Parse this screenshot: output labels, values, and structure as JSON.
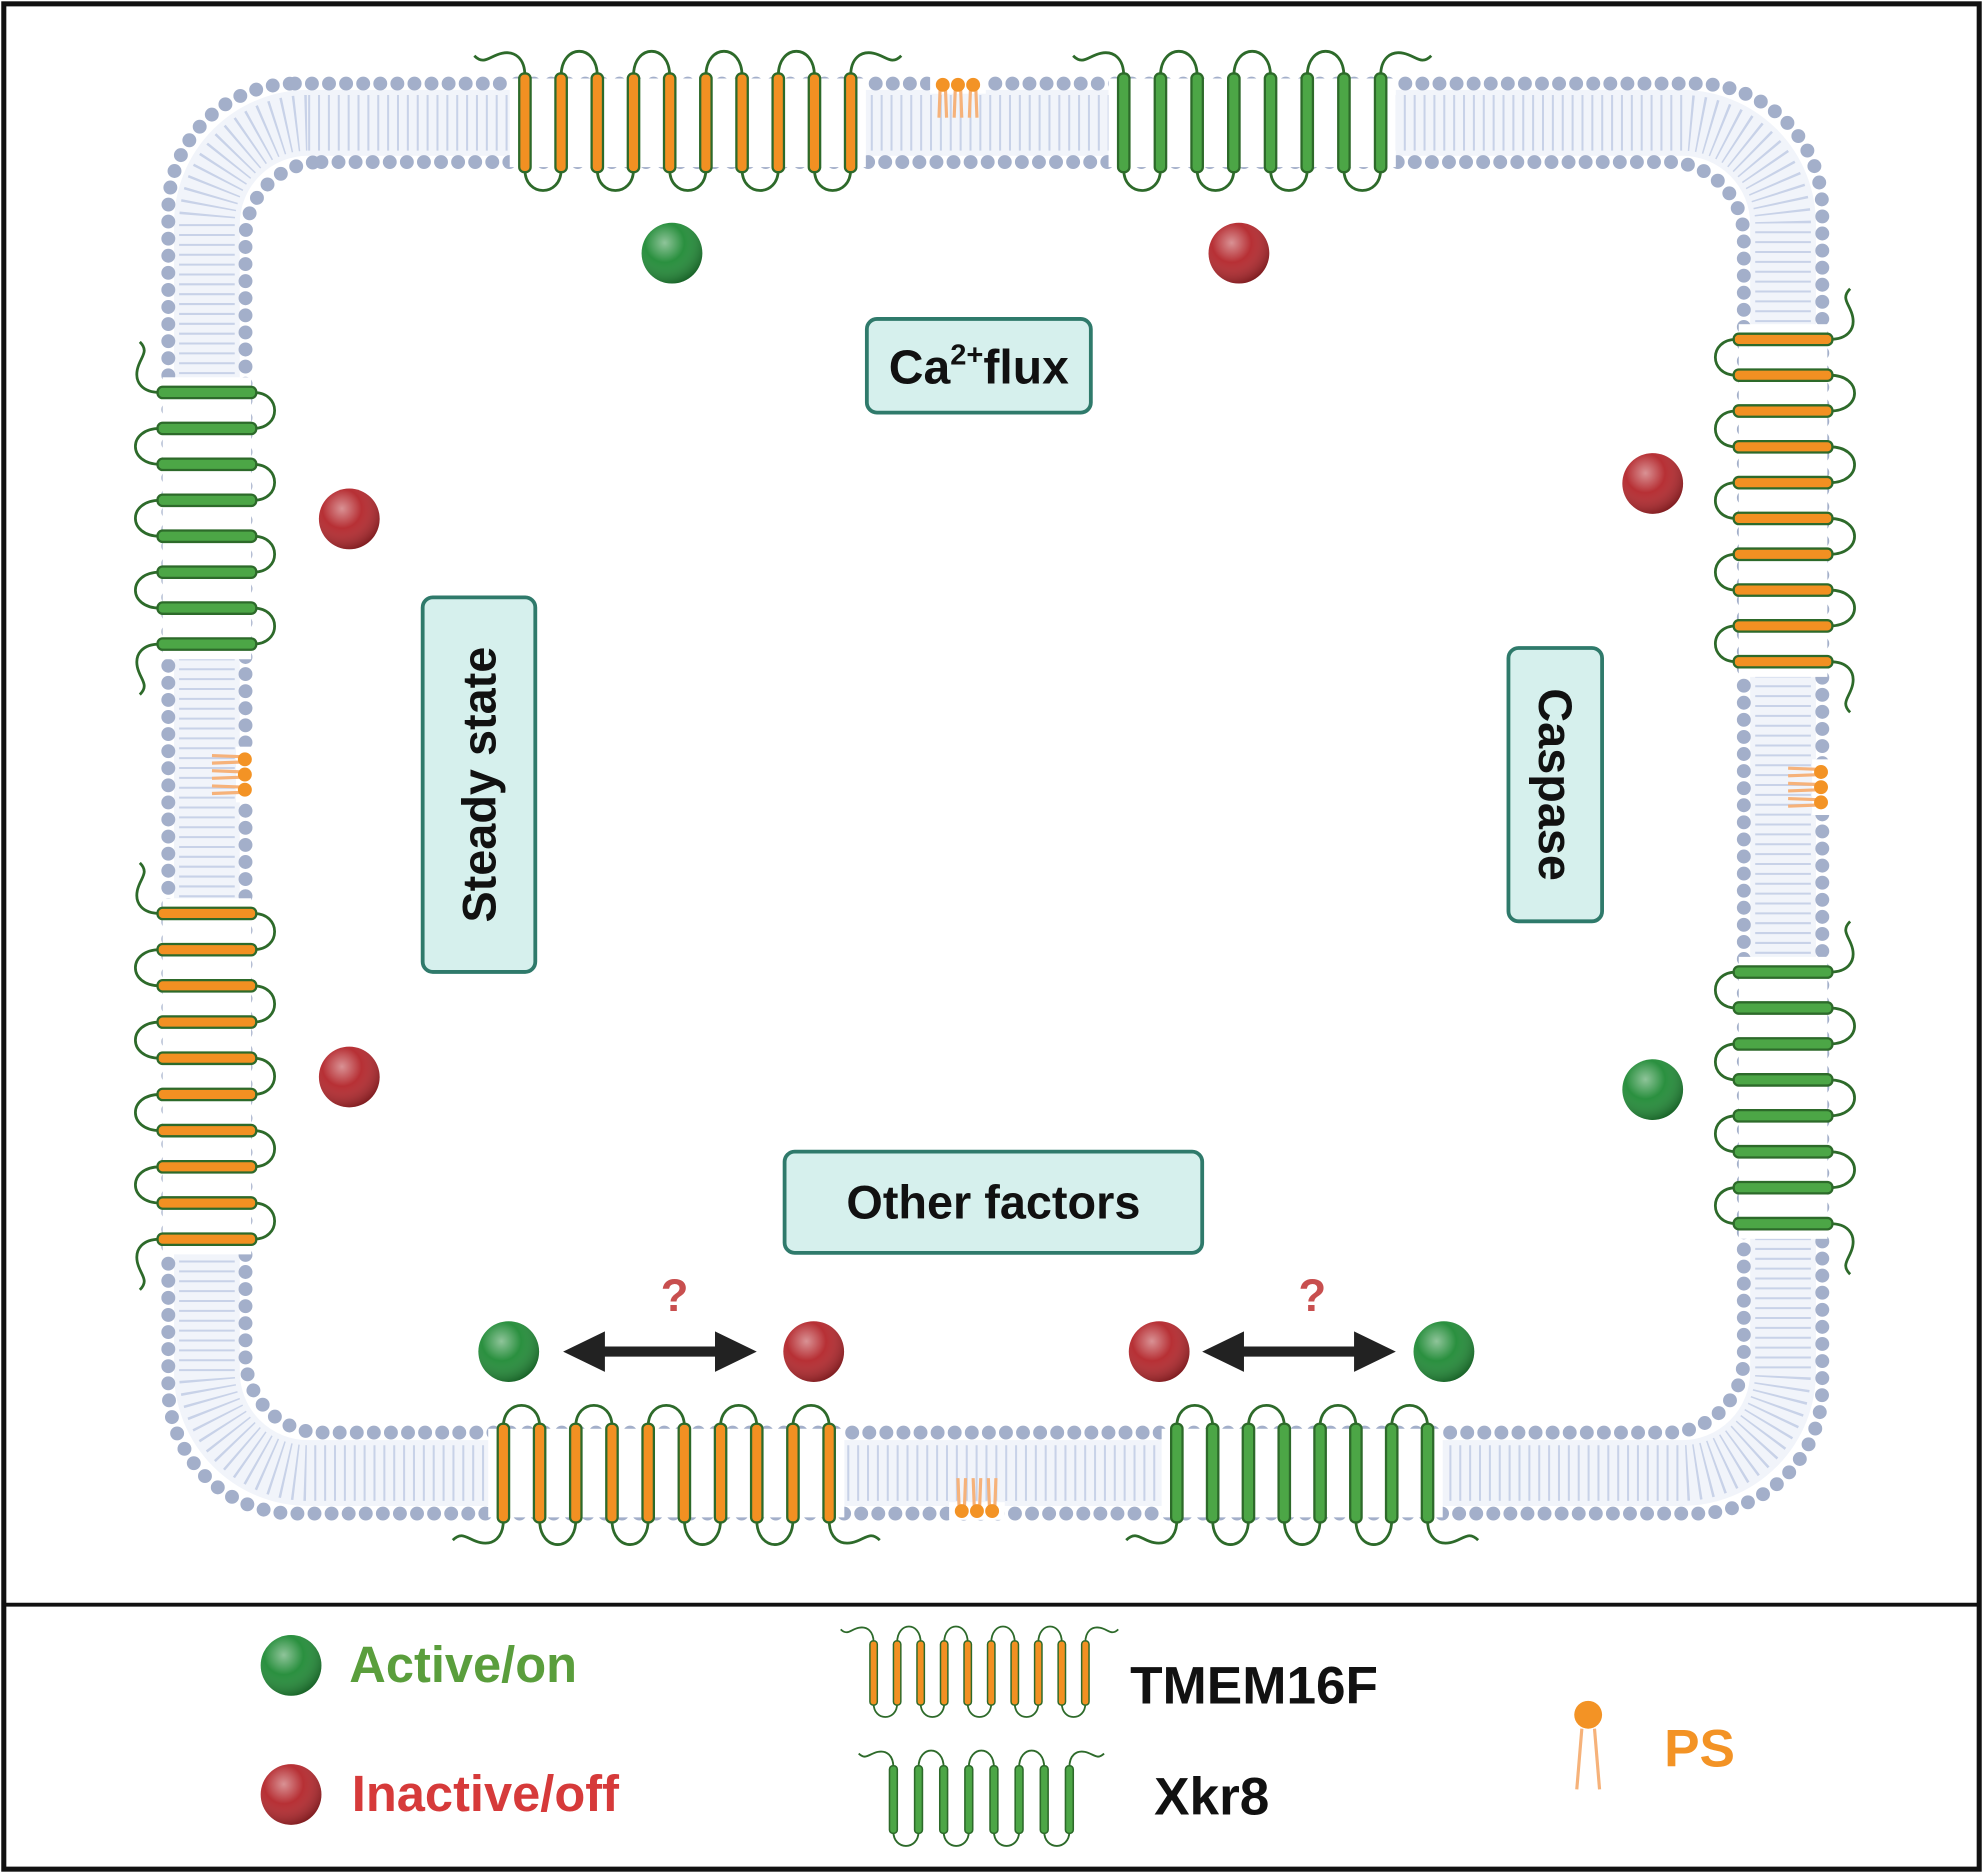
{
  "labels": {
    "ca_flux": {
      "base": "Ca",
      "sup": "2+",
      "suffix": "flux"
    },
    "steady_state": "Steady state",
    "caspase": "Caspase",
    "other_factors": "Other factors",
    "question_mark_left": "?",
    "question_mark_right": "?"
  },
  "legend": {
    "active": "Active/on",
    "inactive": "Inactive/off",
    "tmem16f": "TMEM16F",
    "xkr8": "Xkr8",
    "ps": "PS"
  },
  "switches": {
    "ca_flux": {
      "tmem16f": true,
      "xkr8": false
    },
    "steady_state": {
      "tmem16f": false,
      "xkr8": false
    },
    "caspase": {
      "tmem16f": false,
      "xkr8": true
    },
    "other_factors": {
      "tmem16f": [
        true,
        false
      ],
      "xkr8": [
        false,
        true
      ]
    }
  },
  "colors": {
    "tmem16f": "#f29022",
    "xkr8": "#4ca646",
    "loop": "#2d6a2a",
    "active": "#1f8a35",
    "inactive": "#b3252a",
    "active_text": "#5a9e3c",
    "inactive_text": "#d63a3a",
    "ps": "#f39325",
    "ps_tail": "#f6b27a",
    "lipid_head": "#a3afca",
    "lipid_tail": "#c8d2e8",
    "label_fill": "#d6f0ed",
    "label_border": "#2f7a6b",
    "question": "#c84f4f"
  }
}
